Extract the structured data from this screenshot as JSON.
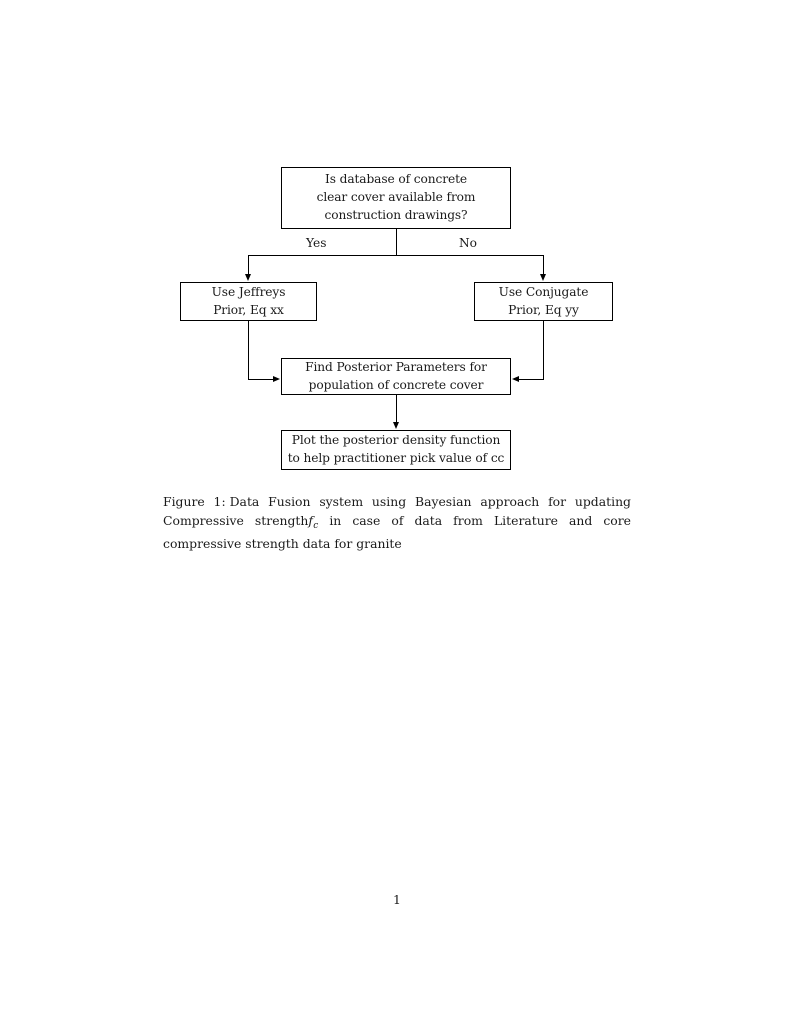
{
  "document": {
    "page_number": "1",
    "caption": {
      "label": "Figure 1:",
      "text_before_math": "Data Fusion system using Bayesian approach for updating Compressive strength",
      "math_symbol": "f",
      "math_subscript": "c",
      "text_after_math": "in case of data from Literature and core compressive strength data for granite"
    }
  },
  "flowchart": {
    "type": "flowchart",
    "nodes": [
      {
        "id": "decision",
        "shape": "rectangle",
        "lines": [
          "Is database of concrete",
          "clear cover available from",
          "construction drawings?"
        ]
      },
      {
        "id": "jeffreys",
        "shape": "rectangle",
        "lines": [
          "Use Jeffreys",
          "Prior, Eq xx"
        ]
      },
      {
        "id": "conjugate",
        "shape": "rectangle",
        "lines": [
          "Use Conjugate",
          "Prior, Eq yy"
        ]
      },
      {
        "id": "posterior",
        "shape": "rectangle",
        "lines": [
          "Find Posterior Parameters for",
          "population of concrete cover"
        ]
      },
      {
        "id": "plot",
        "shape": "rectangle",
        "lines": [
          "Plot the posterior density function",
          "to help practitioner pick value of cc"
        ]
      }
    ],
    "edges": [
      {
        "id": "yes",
        "from": "decision",
        "to": "jeffreys",
        "label": "Yes"
      },
      {
        "id": "no",
        "from": "decision",
        "to": "conjugate",
        "label": "No"
      },
      {
        "id": "jeffreys-to-posterior",
        "from": "jeffreys",
        "to": "posterior",
        "label": ""
      },
      {
        "id": "conjugate-to-posterior",
        "from": "conjugate",
        "to": "posterior",
        "label": ""
      },
      {
        "id": "posterior-to-plot",
        "from": "posterior",
        "to": "plot",
        "label": ""
      }
    ],
    "colors": {
      "stroke": "#000000",
      "fill": "#ffffff",
      "text": "#1a1a1a"
    }
  }
}
